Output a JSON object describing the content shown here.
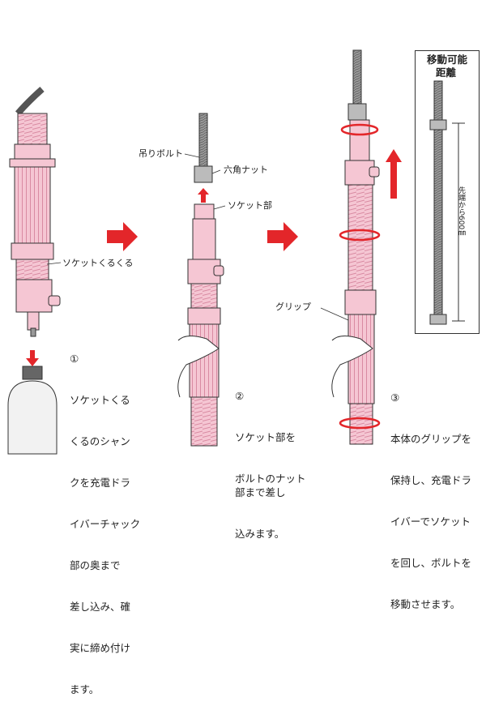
{
  "colors": {
    "pink": "#f5c6d3",
    "pink_dark": "#d98aa2",
    "outline": "#333333",
    "arrow_red": "#e3262a",
    "bolt_gray": "#8a8a8a",
    "hand_fill": "#ffffff"
  },
  "labels": {
    "socket_kurukuru": "ソケットくるくる",
    "tsuri_bolt": "吊りボルト",
    "rokkaku_nut": "六角ナット",
    "socket_bu": "ソケット部",
    "grip": "グリップ"
  },
  "steps": [
    {
      "number": "①",
      "lines": [
        "ソケットくる",
        "くるのシャン",
        "クを充電ドラ",
        "イバーチャック",
        "部の奥まで",
        "差し込み、確",
        "実に締め付け",
        "ます。"
      ]
    },
    {
      "number": "②",
      "lines": [
        "ソケット部を",
        "ボルトのナット部まで差し",
        "込みます。"
      ]
    },
    {
      "number": "③",
      "lines": [
        "本体のグリップを",
        "保持し、充電ドラ",
        "イバーでソケット",
        "を回し、ボルトを",
        "移動させます。"
      ]
    }
  ],
  "range_box": {
    "title": "移動可能",
    "subtitle": "距離",
    "length_label": "先端から600㎜"
  }
}
